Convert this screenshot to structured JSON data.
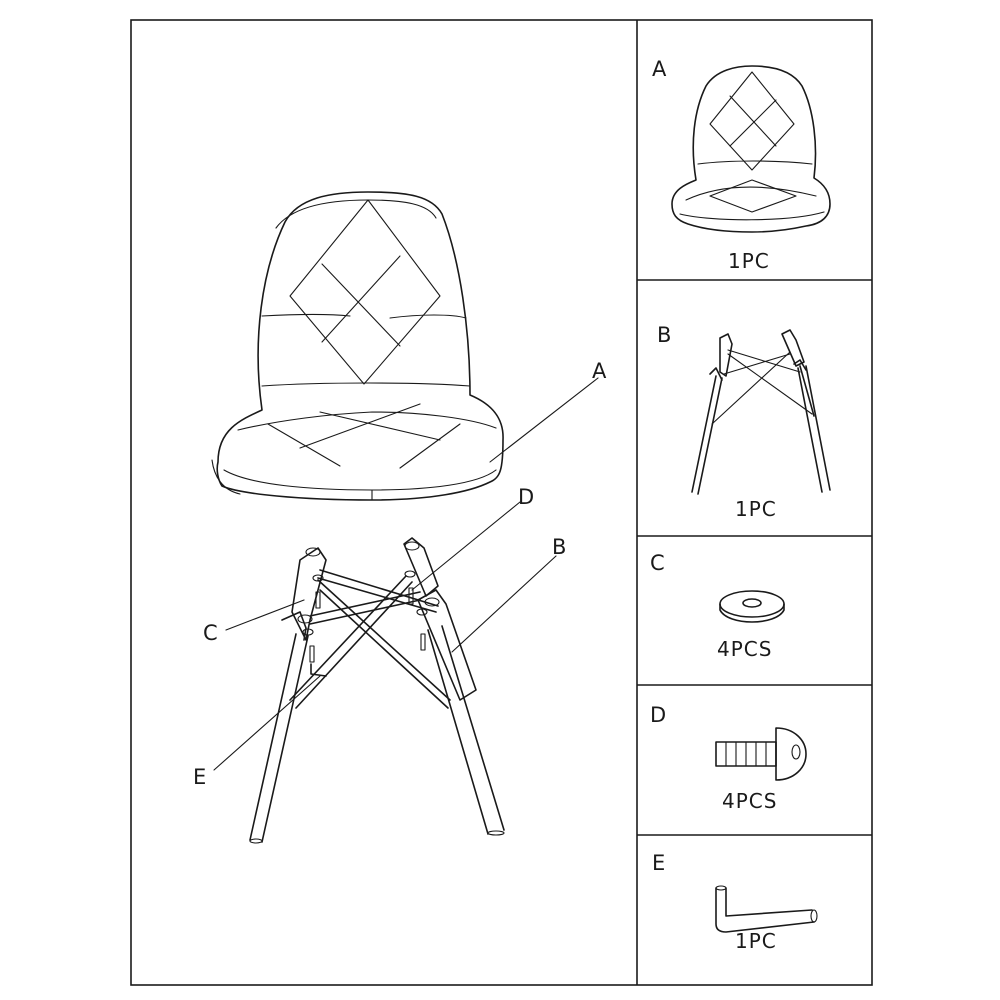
{
  "callouts": {
    "a": "A",
    "b": "B",
    "c": "C",
    "d": "D",
    "e": "E"
  },
  "parts": [
    {
      "letter": "A",
      "qty": "1PC",
      "icon": "chair-seat-icon"
    },
    {
      "letter": "B",
      "qty": "1PC",
      "icon": "chair-base-icon"
    },
    {
      "letter": "C",
      "qty": "4PCS",
      "icon": "washer-icon"
    },
    {
      "letter": "D",
      "qty": "4PCS",
      "icon": "bolt-icon"
    },
    {
      "letter": "E",
      "qty": "1PC",
      "icon": "allen-key-icon"
    }
  ]
}
